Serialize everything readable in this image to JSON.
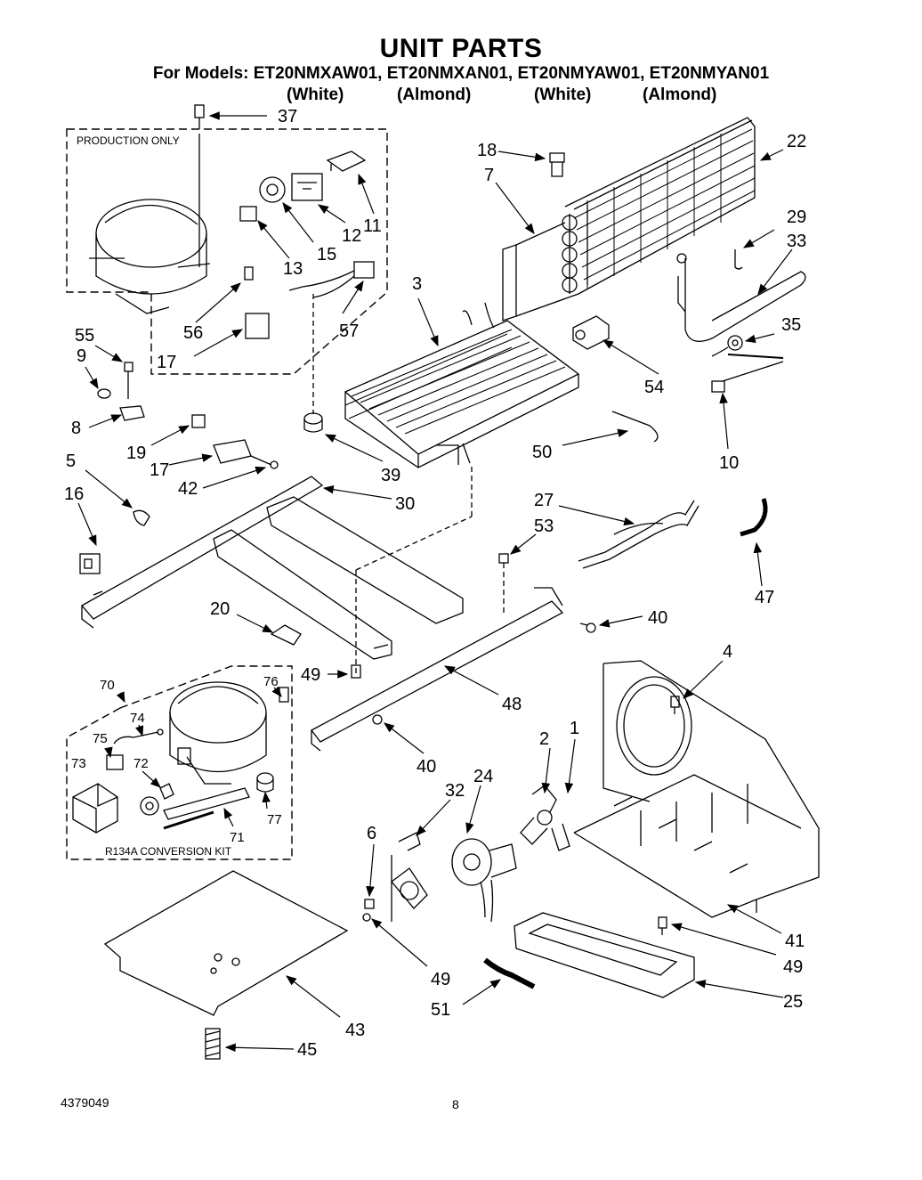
{
  "header": {
    "title": "UNIT PARTS",
    "models_line": "For Models: ET20NMXAW01, ET20NMXAN01, ET20NMYAW01, ET20NMYAN01",
    "variants": [
      "(White)",
      "(Almond)",
      "(White)",
      "(Almond)"
    ]
  },
  "boxes": {
    "production_only": "PRODUCTION  ONLY",
    "conversion_kit": "R134A  CONVERSION  KIT"
  },
  "callouts": [
    "37",
    "22",
    "18",
    "7",
    "29",
    "33",
    "11",
    "15",
    "12",
    "13",
    "56",
    "57",
    "3",
    "35",
    "55",
    "9",
    "17",
    "54",
    "8",
    "19",
    "39",
    "17",
    "42",
    "50",
    "10",
    "5",
    "30",
    "16",
    "27",
    "53",
    "47",
    "20",
    "40",
    "49",
    "4",
    "70",
    "76",
    "48",
    "74",
    "75",
    "73",
    "72",
    "40",
    "2",
    "1",
    "32",
    "24",
    "71",
    "77",
    "6",
    "41",
    "49",
    "49",
    "51",
    "25",
    "43",
    "45"
  ],
  "footer": {
    "doc_number": "4379049",
    "page_number": "8"
  }
}
